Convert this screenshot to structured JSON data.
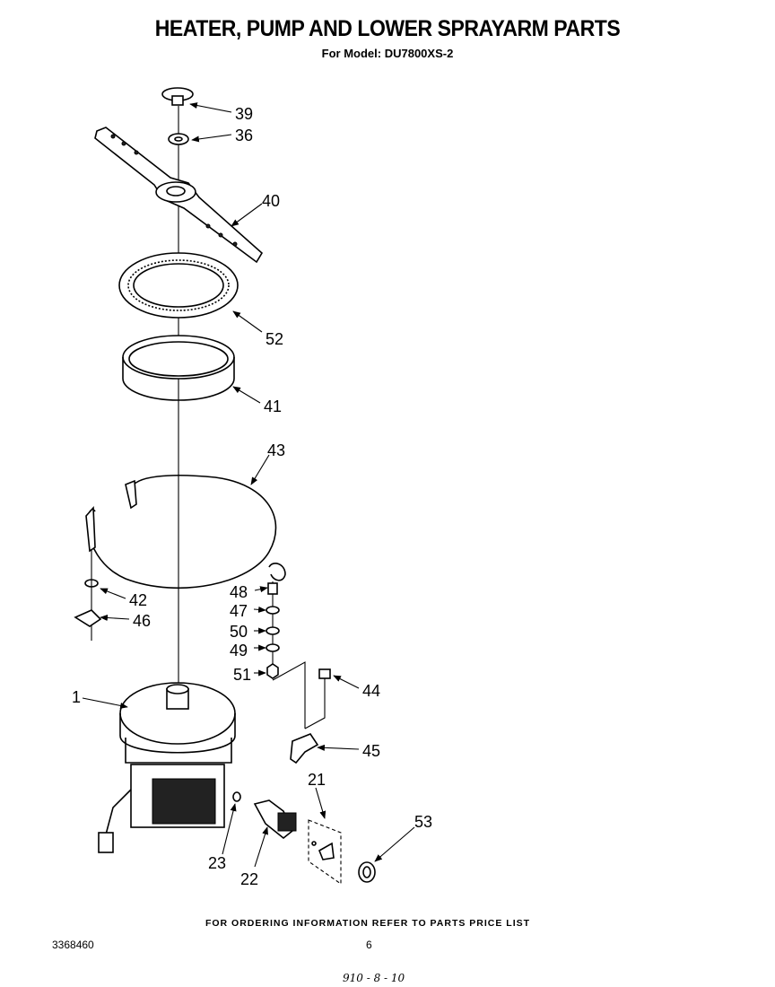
{
  "header": {
    "title": "HEATER, PUMP AND LOWER SPRAYARM PARTS",
    "subtitle": "For Model: DU7800XS-2"
  },
  "callouts": {
    "p39": "39",
    "p36": "36",
    "p40": "40",
    "p52": "52",
    "p41": "41",
    "p43": "43",
    "p42": "42",
    "p46": "46",
    "p48": "48",
    "p47": "47",
    "p50": "50",
    "p49": "49",
    "p51": "51",
    "p44": "44",
    "p1": "1",
    "p45": "45",
    "p21": "21",
    "p53": "53",
    "p23": "23",
    "p22": "22"
  },
  "footer": {
    "ordering_note": "FOR ORDERING INFORMATION REFER TO PARTS PRICE LIST",
    "document_number": "3368460",
    "page_number": "6",
    "handwritten_note": "910 - 8 - 10"
  }
}
